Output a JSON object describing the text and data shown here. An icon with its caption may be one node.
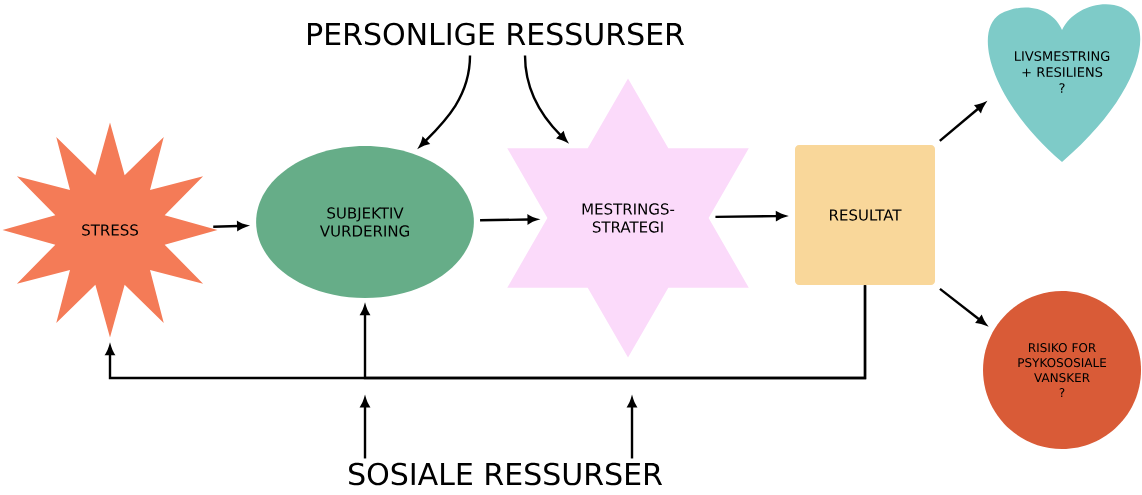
{
  "diagram": {
    "nodes": [
      {
        "text": [
          "PERSONLIGE RESSURSER"
        ]
      },
      {
        "text": [
          "STRESS"
        ]
      },
      {
        "text": [
          "SUBJEKTIV VURDERING"
        ]
      },
      {
        "text": [
          "MESTRINGS- STRATEGI"
        ]
      },
      {
        "text": [
          "RESULTAT"
        ]
      },
      {
        "text": [
          "LIVSMESTRING + RESILIENS",
          "?"
        ]
      },
      {
        "text": [
          "RISIKO FOR PSYKOSOSIALE VANSKER",
          "?"
        ]
      },
      {
        "text": [
          "SOSIALE RESSURSER"
        ]
      }
    ],
    "edges": [
      {
        "from": 0,
        "to": 2,
        "arrow": "to"
      },
      {
        "from": 0,
        "to": 3,
        "arrow": "to"
      },
      {
        "from": 1,
        "to": 2,
        "arrow": "to"
      },
      {
        "from": 2,
        "to": 3,
        "arrow": "to"
      },
      {
        "from": 3,
        "to": 4,
        "arrow": "to"
      },
      {
        "from": 4,
        "to": 5,
        "arrow": "to"
      },
      {
        "from": 4,
        "to": 6,
        "arrow": "to"
      },
      {
        "from": 4,
        "to": 1,
        "arrow": "to"
      },
      {
        "from": 4,
        "to": 2,
        "arrow": "to"
      },
      {
        "from": 7,
        "to": null,
        "arrow": "to"
      },
      {
        "from": 7,
        "to": null,
        "arrow": "to"
      }
    ]
  }
}
